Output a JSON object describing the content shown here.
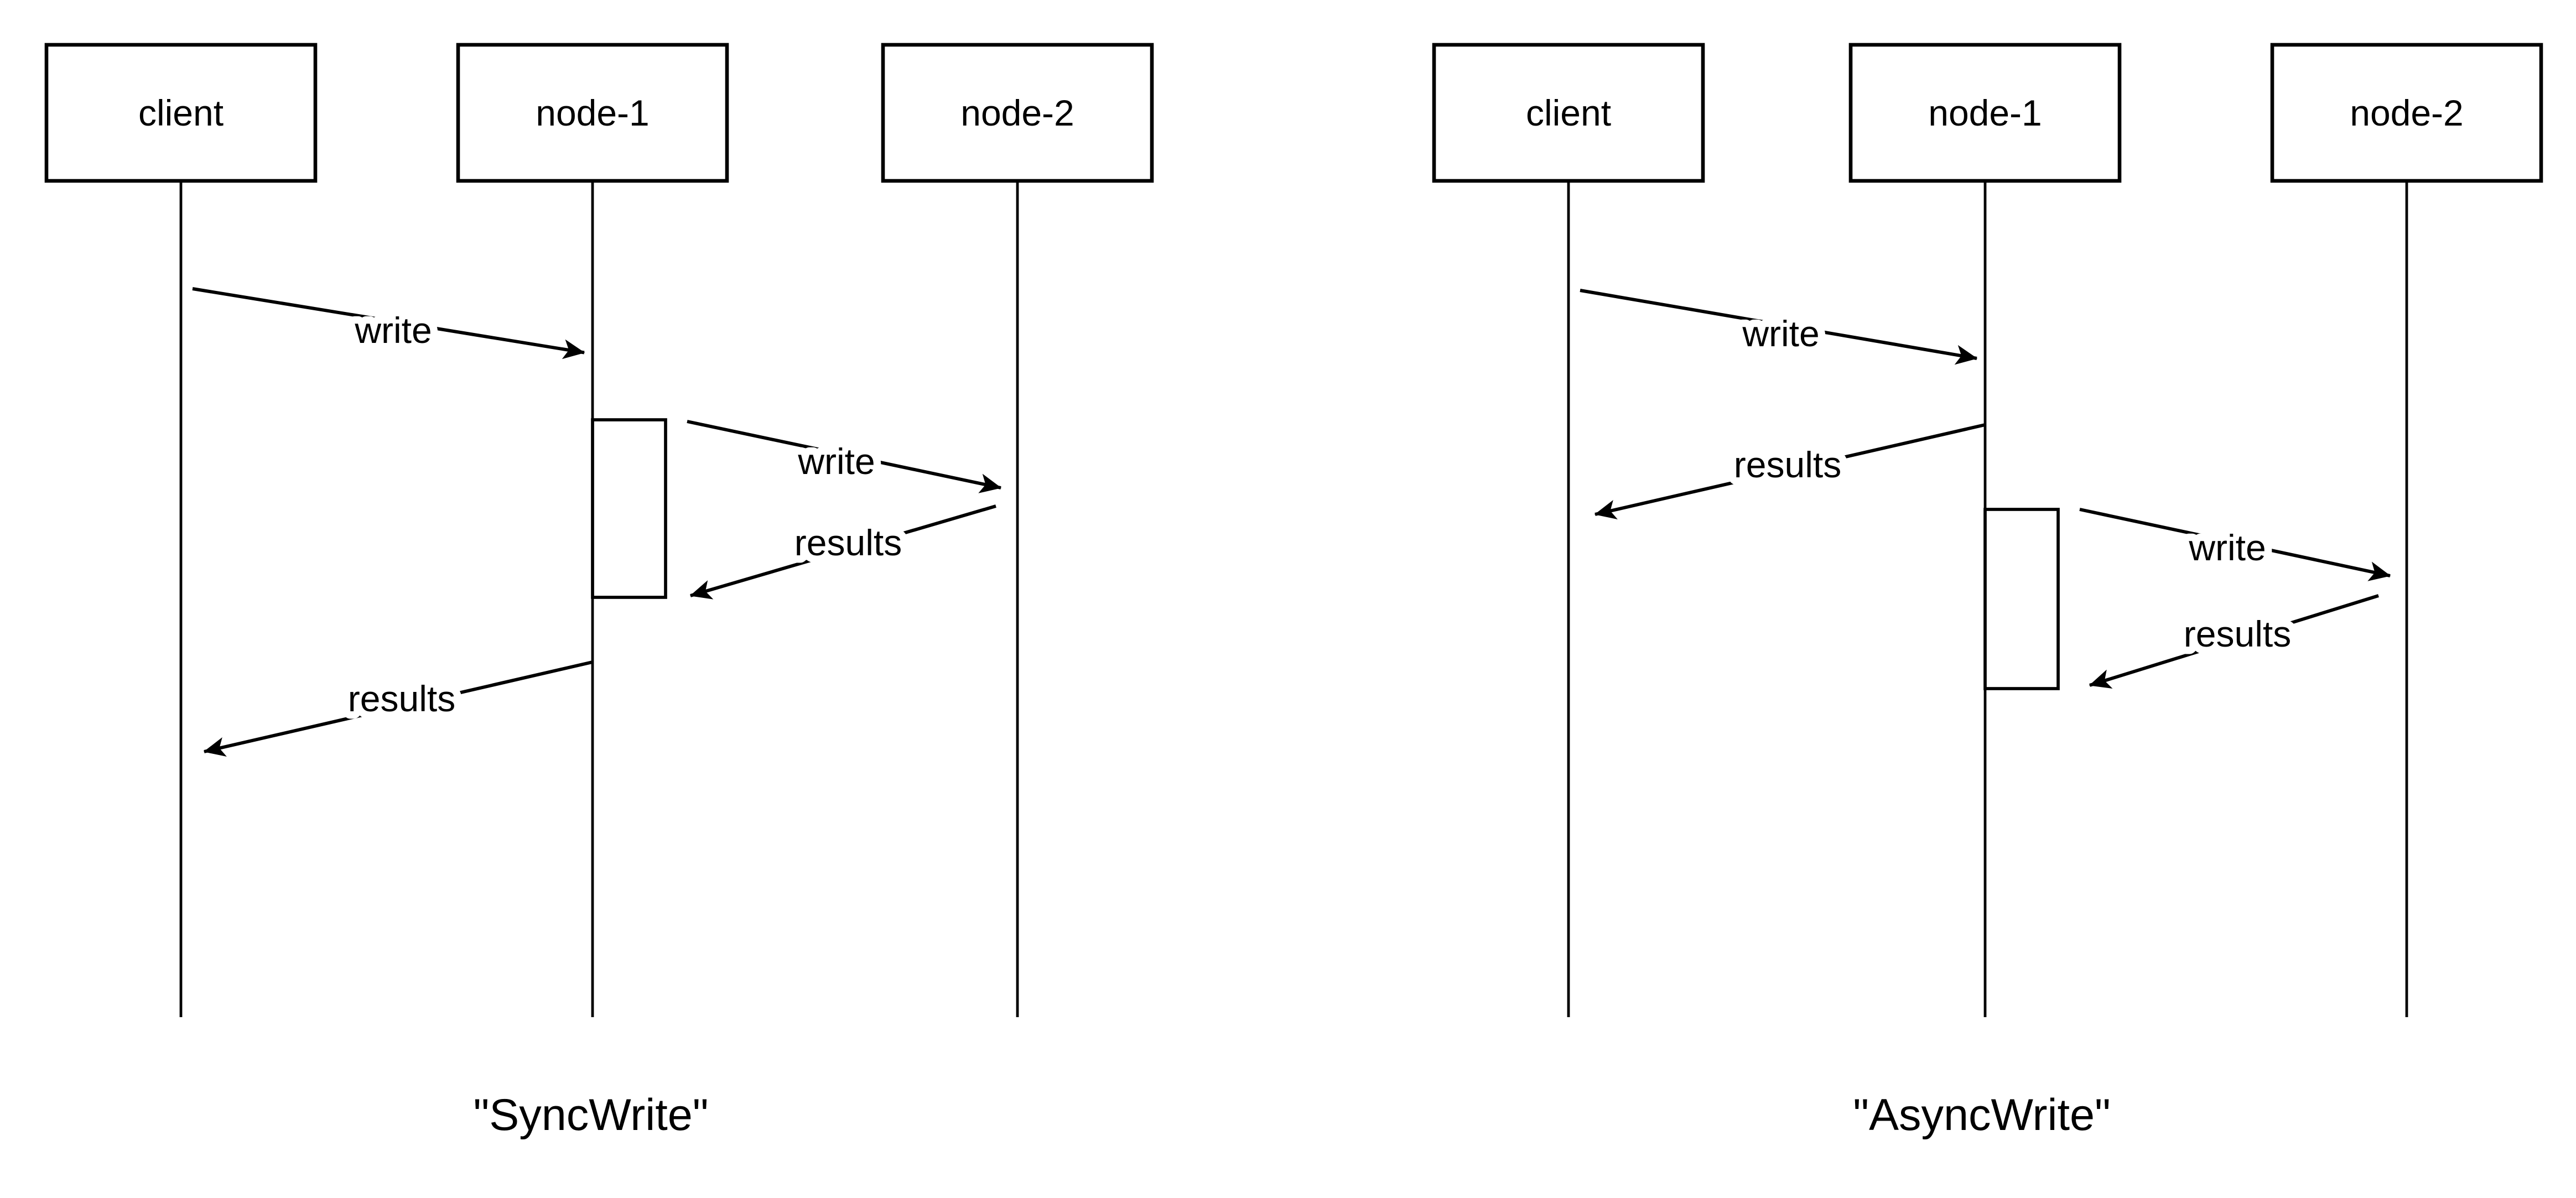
{
  "colors": {
    "ink": "#000000",
    "background": "#ffffff"
  },
  "diagrams": [
    {
      "caption": "\"SyncWrite\"",
      "participants": [
        {
          "label": "client"
        },
        {
          "label": "node-1"
        },
        {
          "label": "node-2"
        }
      ],
      "messages": [
        {
          "label": "write",
          "from": "client",
          "to": "node-1"
        },
        {
          "label": "write",
          "from": "node-1",
          "to": "node-2"
        },
        {
          "label": "results",
          "from": "node-2",
          "to": "node-1"
        },
        {
          "label": "results",
          "from": "node-1",
          "to": "client"
        }
      ]
    },
    {
      "caption": "\"AsyncWrite\"",
      "participants": [
        {
          "label": "client"
        },
        {
          "label": "node-1"
        },
        {
          "label": "node-2"
        }
      ],
      "messages": [
        {
          "label": "write",
          "from": "client",
          "to": "node-1"
        },
        {
          "label": "results",
          "from": "node-1",
          "to": "client"
        },
        {
          "label": "write",
          "from": "node-1",
          "to": "node-2"
        },
        {
          "label": "results",
          "from": "node-2",
          "to": "node-1"
        }
      ]
    }
  ]
}
